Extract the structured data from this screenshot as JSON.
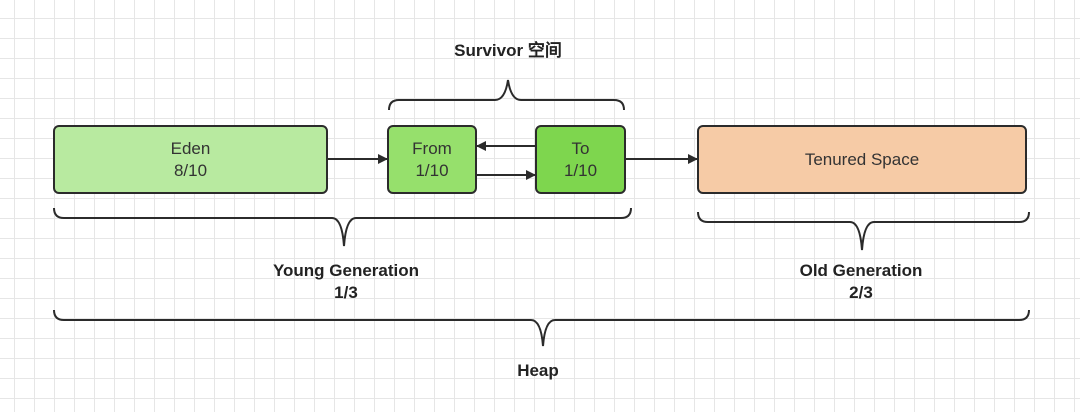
{
  "colors": {
    "eden": "#b8eaa0",
    "from": "#96e06c",
    "to": "#7ed64e",
    "tenured": "#f6cba6",
    "stroke": "#2b2b2b"
  },
  "boxes": {
    "eden": {
      "name": "Eden",
      "fraction": "8/10"
    },
    "from": {
      "name": "From",
      "fraction": "1/10"
    },
    "to": {
      "name": "To",
      "fraction": "1/10"
    },
    "tenured": {
      "name": "Tenured Space"
    }
  },
  "labels": {
    "survivor": "Survivor 空间",
    "young": {
      "title": "Young Generation",
      "fraction": "1/3"
    },
    "old": {
      "title": "Old Generation",
      "fraction": "2/3"
    },
    "heap": "Heap"
  }
}
